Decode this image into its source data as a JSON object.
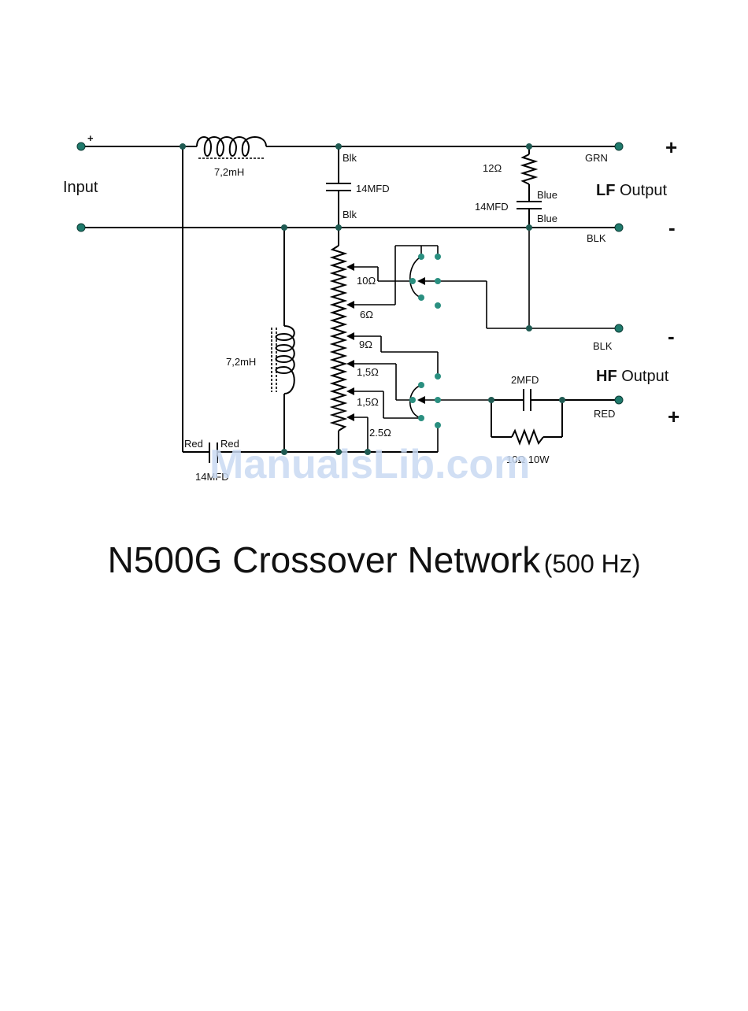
{
  "diagram": {
    "labels": {
      "input_plus": "+",
      "input": "Input",
      "series_inductor": "7,2mH",
      "cap_top_blk": "Blk",
      "cap_14mfd": "14MFD",
      "cap_bottom_blk": "Blk",
      "r12": "12Ω",
      "blue1": "Blue",
      "cap_14mfd_right": "14MFD",
      "blue2": "Blue",
      "grn": "GRN",
      "lf_output_bold": "LF",
      "lf_output_rest": " Output",
      "lf_plus": "+",
      "blk_lf": "BLK",
      "lf_minus": "-",
      "tap_10": "10Ω",
      "tap_6": "6Ω",
      "tap_9": "9Ω",
      "tap_15a": "1,5Ω",
      "tap_15b": "1,5Ω",
      "tap_25": "2.5Ω",
      "shunt_inductor": "7,2mH",
      "blk_hf": "BLK",
      "hf_minus": "-",
      "hf_output_bold": "HF",
      "hf_output_rest": " Output",
      "cap_2mfd": "2MFD",
      "red_hf": "RED",
      "hf_plus": "+",
      "res_10w": "10Ω 10W",
      "red_left": "Red",
      "red_right": "Red",
      "cap_bottom_14mfd": "14MFD",
      "watermark": "ManualsLib.com"
    },
    "colors": {
      "terminal": "#1f7a6c",
      "watermark": "#c9daf3"
    }
  },
  "title": {
    "main": "N500G Crossover Network",
    "sub": "(500 Hz)"
  }
}
